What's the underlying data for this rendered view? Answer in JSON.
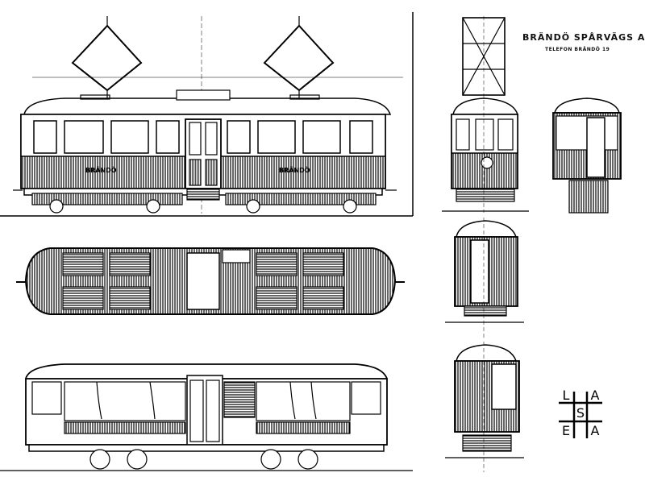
{
  "header": {
    "company": "BRÄNDÖ SPÅRVÄGS A.-B.",
    "phone": "TELEFON BRÄNDÖ 19"
  },
  "car_lettering": {
    "left": "BRÄNDÖ",
    "right": "BRÄNDÖ"
  },
  "logo": {
    "letters": [
      "L",
      "A",
      "S",
      "E",
      "A"
    ]
  },
  "colors": {
    "ink": "#000000",
    "paper": "#ffffff"
  }
}
